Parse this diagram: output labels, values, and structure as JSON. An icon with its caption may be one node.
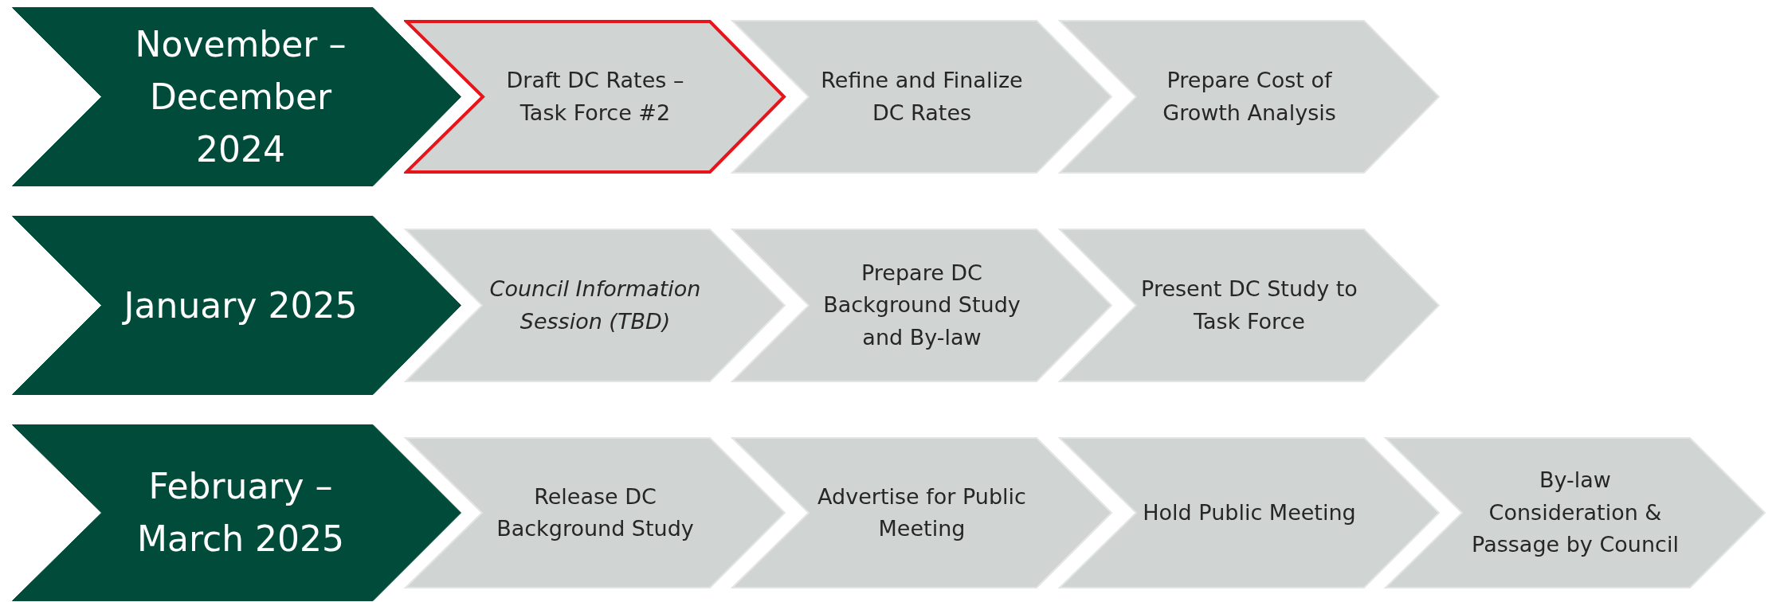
{
  "diagram": {
    "nodes": [
      {
        "text": [
          "November – December 2024"
        ]
      },
      {
        "text": [
          "Draft DC Rates – Task Force #2"
        ]
      },
      {
        "text": [
          "Refine and Finalize DC Rates"
        ]
      },
      {
        "text": [
          "Prepare Cost of Growth Analysis"
        ]
      },
      {
        "text": [
          "January 2025"
        ]
      },
      {
        "text": [
          "Council Information Session (TBD)"
        ]
      },
      {
        "text": [
          "Prepare DC Background Study and By-law"
        ]
      },
      {
        "text": [
          "Present DC Study to Task Force"
        ]
      },
      {
        "text": [
          "February – March 2025"
        ]
      },
      {
        "text": [
          "Release DC Background Study"
        ]
      },
      {
        "text": [
          "Advertise for Public Meeting"
        ]
      },
      {
        "text": [
          "Hold Public Meeting"
        ]
      },
      {
        "text": [
          "By-law Consideration & Passage by Council"
        ]
      }
    ]
  }
}
